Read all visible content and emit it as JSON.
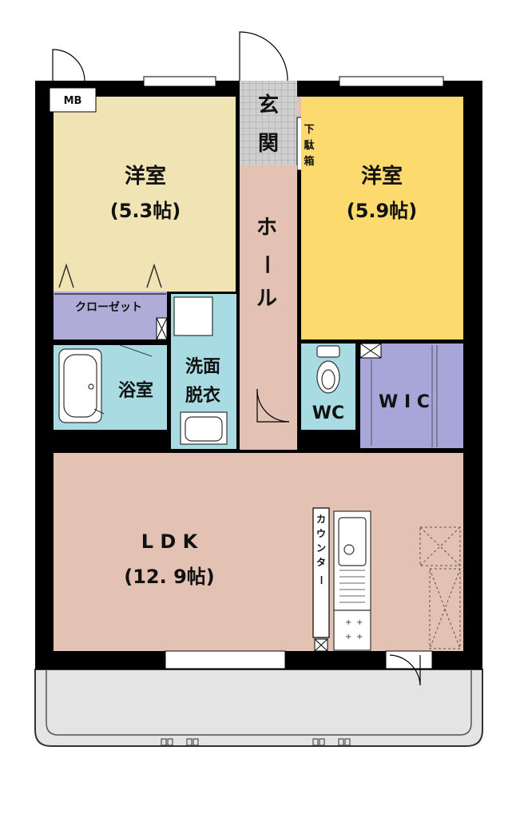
{
  "meter_box": {
    "label": "MB"
  },
  "rooms": {
    "western_left": {
      "name": "洋室",
      "size": "(5.3帖)"
    },
    "western_right": {
      "name": "洋室",
      "size": "(5.9帖)"
    },
    "entrance": {
      "line1": "玄",
      "line2": "関"
    },
    "shoe_box": {
      "line1": "下",
      "line2": "駄",
      "line3": "箱"
    },
    "hall": {
      "line1": "ホ",
      "line2": "ー",
      "line3": "ル"
    },
    "closet": {
      "name": "クローゼット"
    },
    "bath": {
      "name": "浴室"
    },
    "washroom": {
      "line1": "洗面",
      "line2": "脱衣"
    },
    "wc": {
      "name": "WC"
    },
    "wic": {
      "name": "W I C"
    },
    "ldk": {
      "name": "L D K",
      "size": "(12. 9帖)"
    },
    "counter": {
      "line1": "カ",
      "line2": "ウ",
      "line3": "ン",
      "line4": "タ",
      "line5": "ー"
    }
  },
  "colors": {
    "western_left": "#f0e4b4",
    "western_right": "#fcda6e",
    "hall": "#e3c2b4",
    "ldk": "#e3c2b4",
    "closet": "#b0acd8",
    "wic": "#a8a6d8",
    "bath": "#a8dce2",
    "washroom": "#a8dce2",
    "wc": "#a8dce2",
    "entrance_tile": "#c8c8c8",
    "wall": "#000000",
    "balcony": "#e4e4e4"
  }
}
